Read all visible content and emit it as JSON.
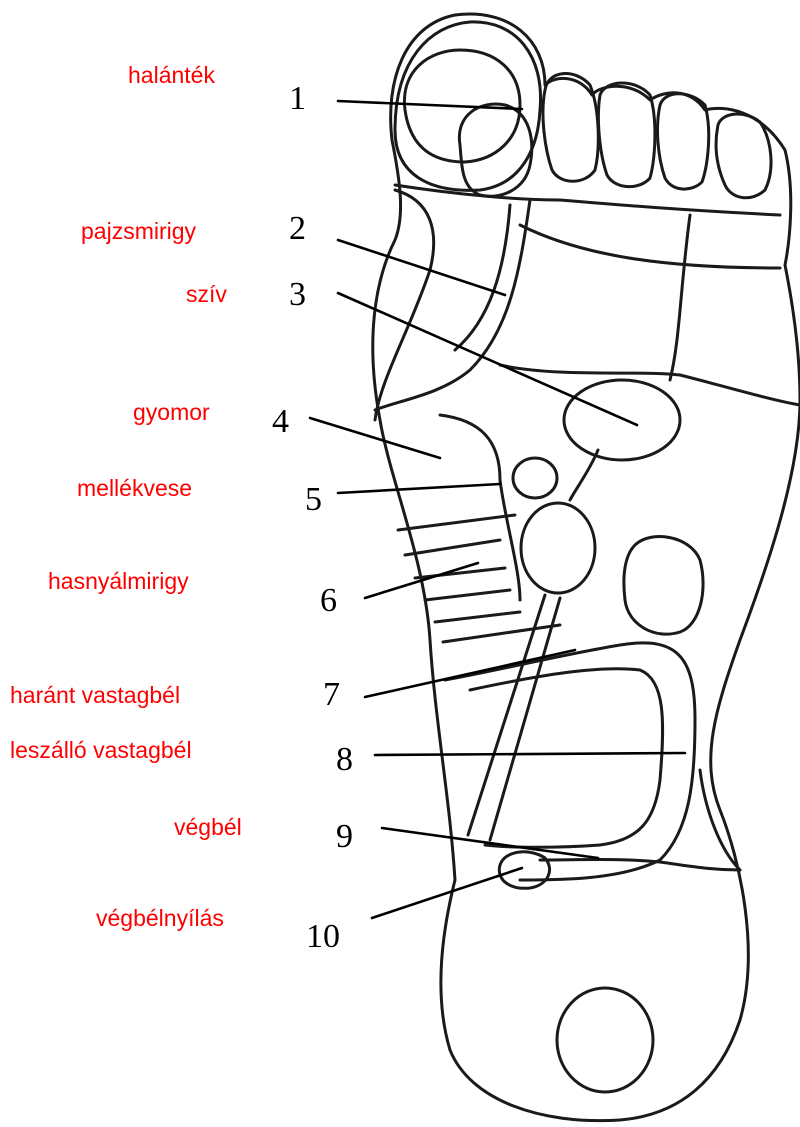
{
  "colors": {
    "label": "#ff0000",
    "number": "#000000",
    "outline": "#1a1a1a"
  },
  "zones": [
    {
      "number": "1",
      "label": "halánték"
    },
    {
      "number": "2",
      "label": "pajzsmirigy"
    },
    {
      "number": "3",
      "label": "szív"
    },
    {
      "number": "4",
      "label": "gyomor"
    },
    {
      "number": "5",
      "label": "mellékvese"
    },
    {
      "number": "6",
      "label": "hasnyálmirigy"
    },
    {
      "number": "7",
      "label": "haránt vastagbél"
    },
    {
      "number": "8",
      "label": "leszálló vastagbél"
    },
    {
      "number": "9",
      "label": "végbél"
    },
    {
      "number": "10",
      "label": "végbélnyílás"
    }
  ]
}
